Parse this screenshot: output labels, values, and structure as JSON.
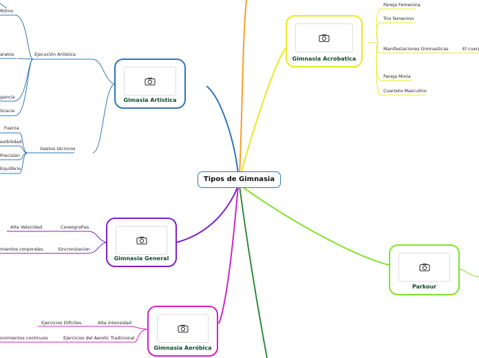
{
  "root": {
    "title": "Tipos de Gimnasia"
  },
  "branches": {
    "artistica": {
      "title": "Gimasia Artistica",
      "color": "#2f74b5",
      "items": [
        {
          "label": "Ejecución Artística",
          "children": [
            "Ritmo",
            "aratos",
            "gancia",
            "Gracia"
          ]
        },
        {
          "label": "Gestos técnicos",
          "children": [
            "Fuerza",
            "exibilidad",
            "Precisión",
            "Equilibrio"
          ]
        }
      ]
    },
    "acrobatica": {
      "title": "Gimnasia Acrobatica",
      "color": "#e8e820",
      "items": [
        "Pareja Femenina",
        "Trio femenino",
        "Manifestaciones Gimnasticas",
        "El cuerpo",
        "Pareja Mixta",
        "Cuarteto Masculino"
      ]
    },
    "general": {
      "title": "Gimnasia General",
      "color": "#7a1fc8",
      "items": [
        {
          "label": "Coreografias",
          "children": [
            "Alta Velocidad"
          ]
        },
        {
          "label": "Sincronizacion",
          "children": [
            "mientos corporales."
          ]
        }
      ]
    },
    "aerobica": {
      "title": "Gimnasia Aeróbica",
      "color": "#d020c8",
      "items": [
        {
          "label": "Alta Intensidad",
          "children": [
            "Ejercicios Dificiles"
          ]
        },
        {
          "label": "Ejercicios del Aerolic Tradicional",
          "children": [
            "ovimientos continuos"
          ]
        }
      ]
    },
    "parkour": {
      "title": "Parkour",
      "color": "#7ee42a"
    }
  },
  "colors": {
    "root_border": "#2f74b5",
    "top_line": "#f5a020",
    "bottom_line": "#2f8a3a",
    "node_title": "#234"
  },
  "icons": {
    "node_image": "camera-icon"
  }
}
